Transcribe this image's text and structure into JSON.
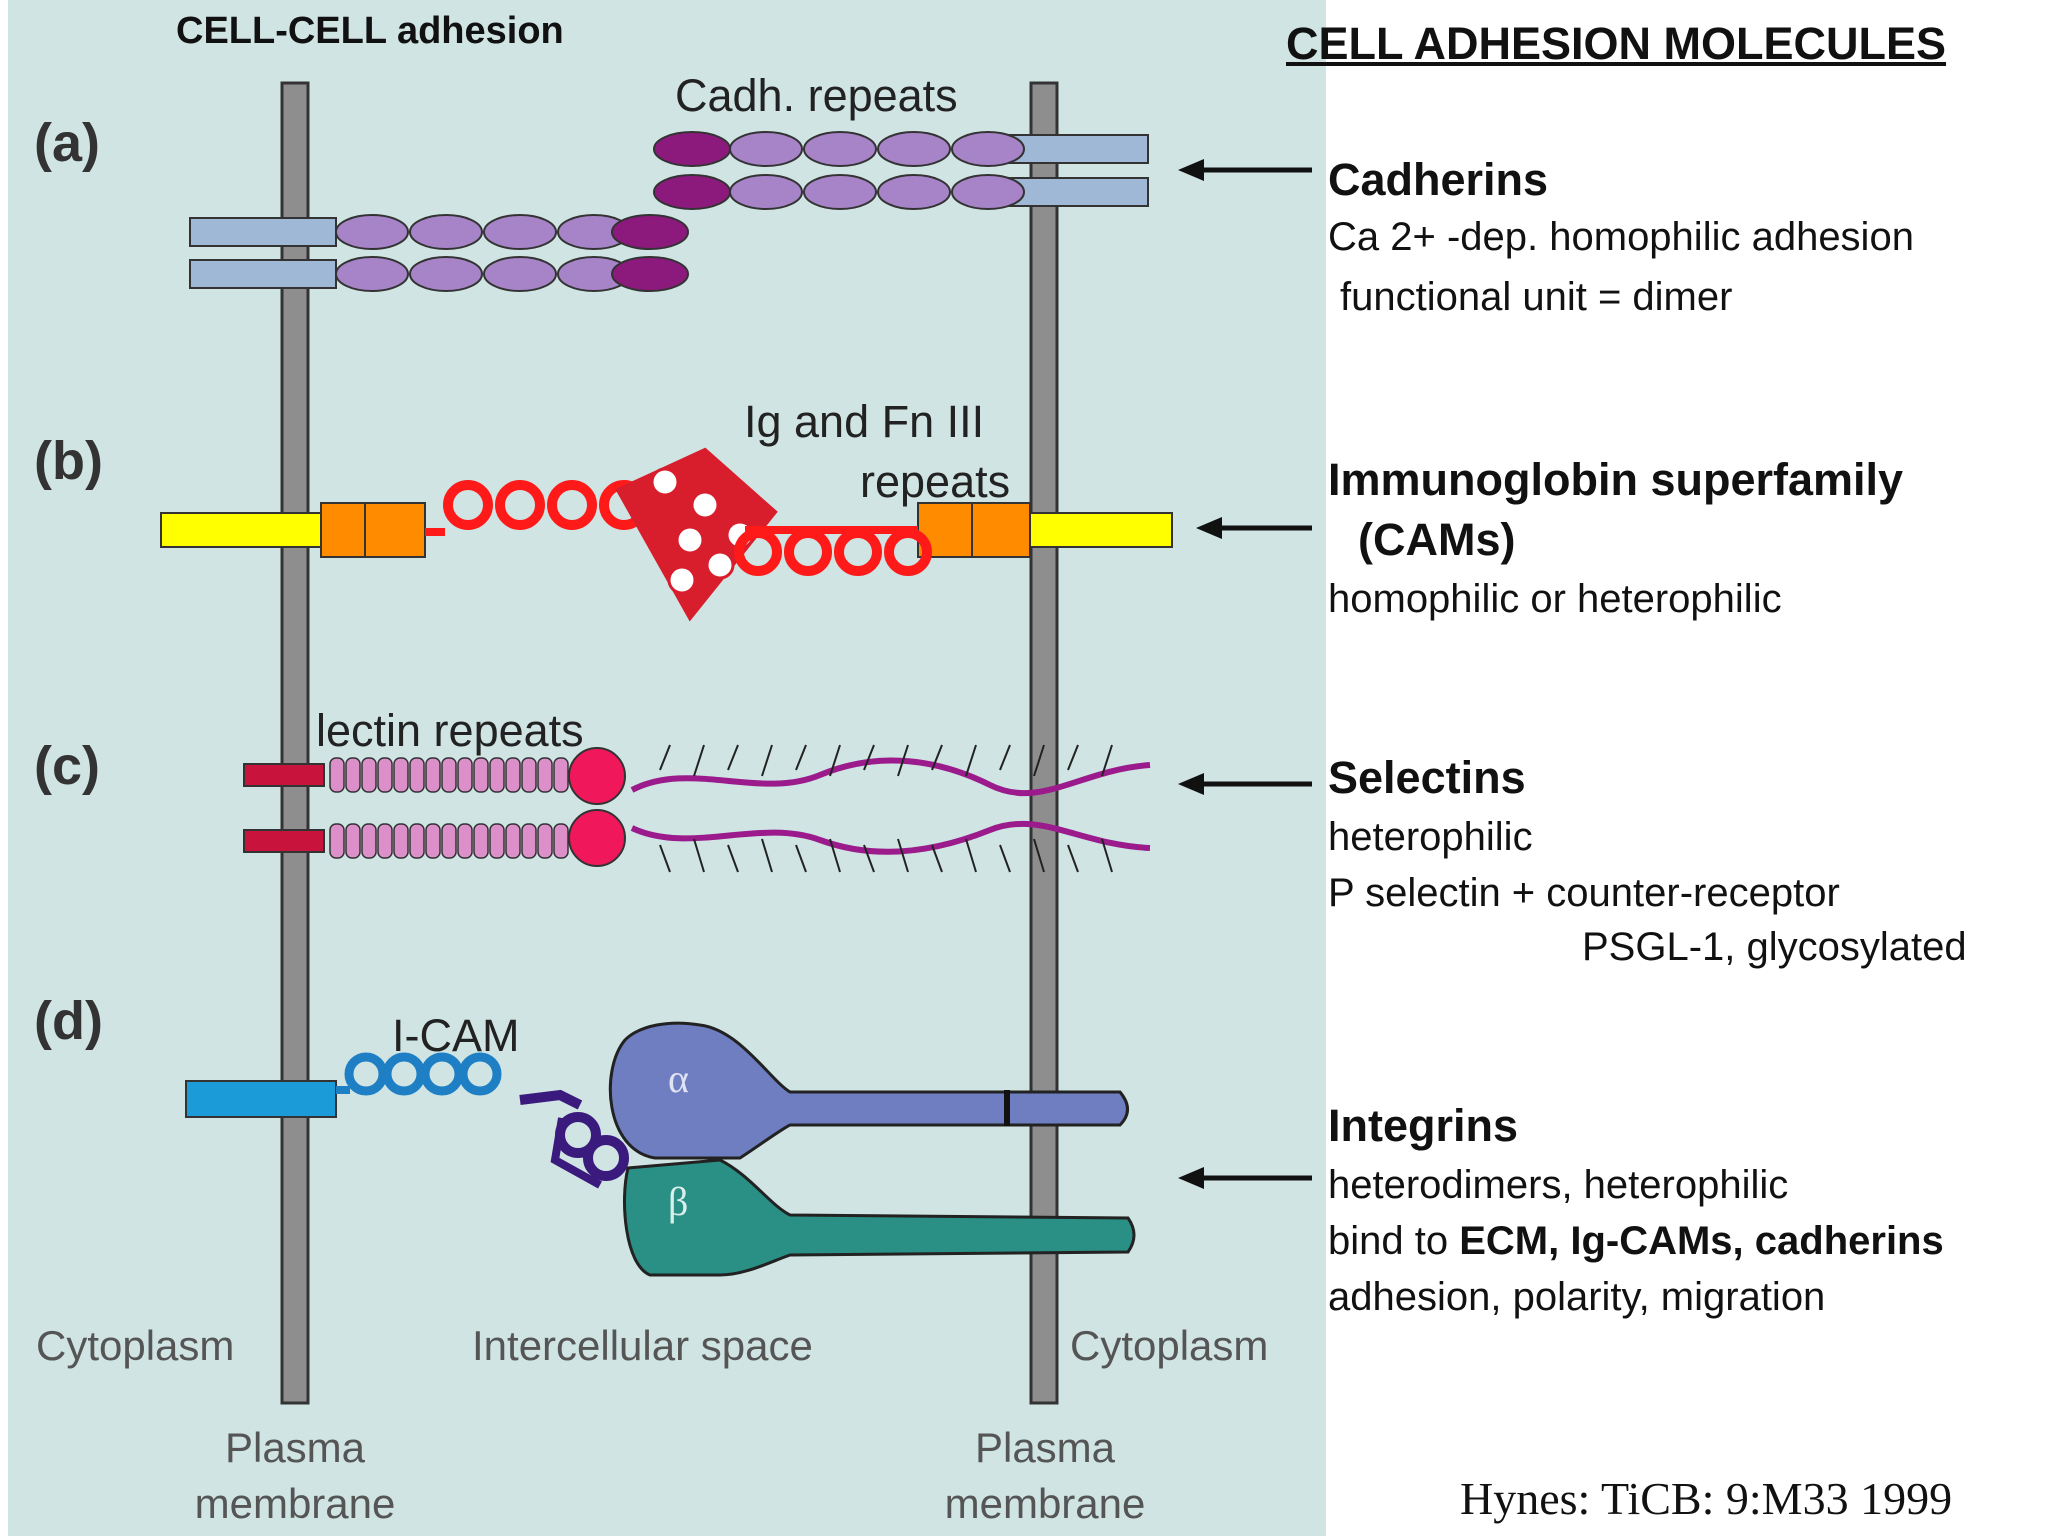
{
  "header": {
    "left_title": "CELL-CELL adhesion",
    "page_title": "CELL ADHESION MOLECULES"
  },
  "rows": [
    {
      "letter": "(a)",
      "label": "Cadh. repeats"
    },
    {
      "letter": "(b)",
      "label_line1": "Ig and Fn III",
      "label_line2": "repeats"
    },
    {
      "letter": "(c)",
      "label": "lectin repeats"
    },
    {
      "letter": "(d)",
      "label": "I-CAM",
      "alpha": "α",
      "beta": "β"
    }
  ],
  "bottom": {
    "left": "Cytoplasm",
    "middle": "Intercellular space",
    "right": "Cytoplasm",
    "membrane_line1": "Plasma",
    "membrane_line2": "membrane"
  },
  "families": {
    "cadherins": {
      "name": "Cadherins",
      "lines": [
        "Ca 2+ -dep. homophilic adhesion",
        "functional unit = dimer"
      ]
    },
    "ig": {
      "name_line1": "Immunoglobin superfamily",
      "name_line2": "(CAMs)",
      "lines": [
        "homophilic or heterophilic"
      ]
    },
    "selectins": {
      "name": "Selectins",
      "lines": [
        "heterophilic",
        "P selectin + counter-receptor",
        "PSGL-1, glycosylated"
      ]
    },
    "integrins": {
      "name": "Integrins",
      "line1": "heterodimers, heterophilic",
      "line2_prefix": "bind to ",
      "line2_bold": "ECM, Ig-CAMs, cadherins",
      "line3": "adhesion, polarity, migration"
    }
  },
  "citation": "Hynes: TiCB: 9:M33 1999",
  "colors": {
    "panel_bg": "#cfe4e3",
    "membrane": "#8e8e8e",
    "cadherin_domain": "#a783c7",
    "cadherin_tip": "#8b1a7c",
    "cadherin_tm": "#9fb8d6",
    "ig_tm": "#ffff00",
    "fn_box": "#ff8c00",
    "ig_loop": "#ff1a1a",
    "ig_cluster": "#d81e2c",
    "selectin_tm": "#c8143c",
    "lectin": "#dc8fc9",
    "selectin_head": "#f0175a",
    "psgl": "#9b1a8c",
    "icam": "#1b9bd8",
    "icam_loop": "#1e7fc4",
    "icam_dark": "#3a1a7c",
    "alpha": "#6f7ec0",
    "beta": "#2a8f84"
  }
}
